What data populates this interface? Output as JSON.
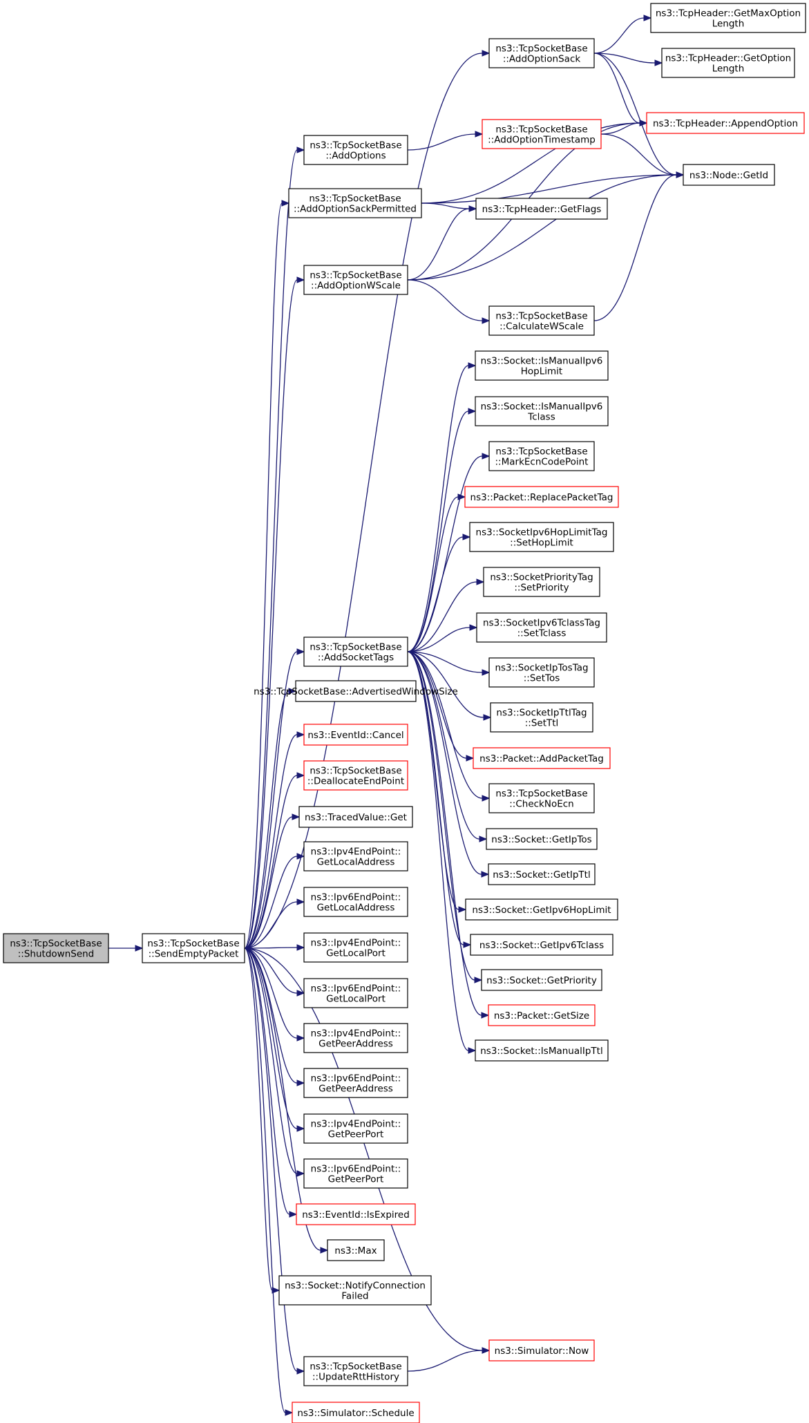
{
  "nodes": [
    {
      "id": "shutdown",
      "lines": [
        "ns3::TcpSocketBase",
        "::ShutdownSend"
      ],
      "style": "root"
    },
    {
      "id": "sep",
      "lines": [
        "ns3::TcpSocketBase",
        "::SendEmptyPacket"
      ],
      "style": "normal"
    },
    {
      "id": "aos",
      "lines": [
        "ns3::TcpSocketBase",
        "::AddOptionSack"
      ],
      "style": "normal"
    },
    {
      "id": "ao",
      "lines": [
        "ns3::TcpSocketBase",
        "::AddOptions"
      ],
      "style": "normal"
    },
    {
      "id": "aosp",
      "lines": [
        "ns3::TcpSocketBase",
        "::AddOptionSackPermitted"
      ],
      "style": "normal"
    },
    {
      "id": "aows",
      "lines": [
        "ns3::TcpSocketBase",
        "::AddOptionWScale"
      ],
      "style": "normal"
    },
    {
      "id": "ast",
      "lines": [
        "ns3::TcpSocketBase",
        "::AddSocketTags"
      ],
      "style": "normal"
    },
    {
      "id": "aws",
      "lines": [
        "ns3::TcpSocketBase::AdvertisedWindowSize"
      ],
      "style": "normal"
    },
    {
      "id": "cancel",
      "lines": [
        "ns3::EventId::Cancel"
      ],
      "style": "red"
    },
    {
      "id": "dep",
      "lines": [
        "ns3::TcpSocketBase",
        "::DeallocateEndPoint"
      ],
      "style": "red"
    },
    {
      "id": "tvget",
      "lines": [
        "ns3::TracedValue::Get"
      ],
      "style": "normal"
    },
    {
      "id": "v4la",
      "lines": [
        "ns3::Ipv4EndPoint::",
        "GetLocalAddress"
      ],
      "style": "normal"
    },
    {
      "id": "v6la",
      "lines": [
        "ns3::Ipv6EndPoint::",
        "GetLocalAddress"
      ],
      "style": "normal"
    },
    {
      "id": "v4lp",
      "lines": [
        "ns3::Ipv4EndPoint::",
        "GetLocalPort"
      ],
      "style": "normal"
    },
    {
      "id": "v6lp",
      "lines": [
        "ns3::Ipv6EndPoint::",
        "GetLocalPort"
      ],
      "style": "normal"
    },
    {
      "id": "v4pa",
      "lines": [
        "ns3::Ipv4EndPoint::",
        "GetPeerAddress"
      ],
      "style": "normal"
    },
    {
      "id": "v6pa",
      "lines": [
        "ns3::Ipv6EndPoint::",
        "GetPeerAddress"
      ],
      "style": "normal"
    },
    {
      "id": "v4pp",
      "lines": [
        "ns3::Ipv4EndPoint::",
        "GetPeerPort"
      ],
      "style": "normal"
    },
    {
      "id": "v6pp",
      "lines": [
        "ns3::Ipv6EndPoint::",
        "GetPeerPort"
      ],
      "style": "normal"
    },
    {
      "id": "isexp",
      "lines": [
        "ns3::EventId::IsExpired"
      ],
      "style": "red"
    },
    {
      "id": "max",
      "lines": [
        "ns3::Max"
      ],
      "style": "normal"
    },
    {
      "id": "ncf",
      "lines": [
        "ns3::Socket::NotifyConnection",
        "Failed"
      ],
      "style": "normal"
    },
    {
      "id": "urh",
      "lines": [
        "ns3::TcpSocketBase",
        "::UpdateRttHistory"
      ],
      "style": "normal"
    },
    {
      "id": "sched",
      "lines": [
        "ns3::Simulator::Schedule"
      ],
      "style": "red"
    },
    {
      "id": "now",
      "lines": [
        "ns3::Simulator::Now"
      ],
      "style": "red"
    },
    {
      "id": "ts",
      "lines": [
        "ns3::TcpSocketBase",
        "::AddOptionTimestamp"
      ],
      "style": "red"
    },
    {
      "id": "flags",
      "lines": [
        "ns3::TcpHeader::GetFlags"
      ],
      "style": "normal"
    },
    {
      "id": "cws",
      "lines": [
        "ns3::TcpSocketBase",
        "::CalculateWScale"
      ],
      "style": "normal"
    },
    {
      "id": "gmol",
      "lines": [
        "ns3::TcpHeader::GetMaxOption",
        "Length"
      ],
      "style": "normal"
    },
    {
      "id": "gol",
      "lines": [
        "ns3::TcpHeader::GetOption",
        "Length"
      ],
      "style": "normal"
    },
    {
      "id": "append",
      "lines": [
        "ns3::TcpHeader::AppendOption"
      ],
      "style": "red"
    },
    {
      "id": "getid",
      "lines": [
        "ns3::Node::GetId"
      ],
      "style": "normal"
    },
    {
      "id": "imhl",
      "lines": [
        "ns3::Socket::IsManualIpv6",
        "HopLimit"
      ],
      "style": "normal"
    },
    {
      "id": "imtc",
      "lines": [
        "ns3::Socket::IsManualIpv6",
        "Tclass"
      ],
      "style": "normal"
    },
    {
      "id": "mark",
      "lines": [
        "ns3::TcpSocketBase",
        "::MarkEcnCodePoint"
      ],
      "style": "normal"
    },
    {
      "id": "rpt",
      "lines": [
        "ns3::Packet::ReplacePacketTag"
      ],
      "style": "red"
    },
    {
      "id": "shl",
      "lines": [
        "ns3::SocketIpv6HopLimitTag",
        "::SetHopLimit"
      ],
      "style": "normal"
    },
    {
      "id": "sp",
      "lines": [
        "ns3::SocketPriorityTag",
        "::SetPriority"
      ],
      "style": "normal"
    },
    {
      "id": "stc",
      "lines": [
        "ns3::SocketIpv6TclassTag",
        "::SetTclass"
      ],
      "style": "normal"
    },
    {
      "id": "stos",
      "lines": [
        "ns3::SocketIpTosTag",
        "::SetTos"
      ],
      "style": "normal"
    },
    {
      "id": "sttl",
      "lines": [
        "ns3::SocketIpTtlTag",
        "::SetTtl"
      ],
      "style": "normal"
    },
    {
      "id": "apt",
      "lines": [
        "ns3::Packet::AddPacketTag"
      ],
      "style": "red"
    },
    {
      "id": "cne",
      "lines": [
        "ns3::TcpSocketBase",
        "::CheckNoEcn"
      ],
      "style": "normal"
    },
    {
      "id": "gtos",
      "lines": [
        "ns3::Socket::GetIpTos"
      ],
      "style": "normal"
    },
    {
      "id": "gttl",
      "lines": [
        "ns3::Socket::GetIpTtl"
      ],
      "style": "normal"
    },
    {
      "id": "ghl",
      "lines": [
        "ns3::Socket::GetIpv6HopLimit"
      ],
      "style": "normal"
    },
    {
      "id": "gtc",
      "lines": [
        "ns3::Socket::GetIpv6Tclass"
      ],
      "style": "normal"
    },
    {
      "id": "gprio",
      "lines": [
        "ns3::Socket::GetPriority"
      ],
      "style": "normal"
    },
    {
      "id": "gsize",
      "lines": [
        "ns3::Packet::GetSize"
      ],
      "style": "red"
    },
    {
      "id": "imttl",
      "lines": [
        "ns3::Socket::IsManualIpTtl"
      ],
      "style": "normal"
    }
  ],
  "edges": [
    [
      "shutdown",
      "sep"
    ],
    [
      "sep",
      "aos"
    ],
    [
      "sep",
      "ao"
    ],
    [
      "sep",
      "aosp"
    ],
    [
      "sep",
      "aows"
    ],
    [
      "sep",
      "ast"
    ],
    [
      "sep",
      "aws"
    ],
    [
      "sep",
      "cancel"
    ],
    [
      "sep",
      "dep"
    ],
    [
      "sep",
      "tvget"
    ],
    [
      "sep",
      "v4la"
    ],
    [
      "sep",
      "v6la"
    ],
    [
      "sep",
      "v4lp"
    ],
    [
      "sep",
      "v6lp"
    ],
    [
      "sep",
      "v4pa"
    ],
    [
      "sep",
      "v6pa"
    ],
    [
      "sep",
      "v4pp"
    ],
    [
      "sep",
      "v6pp"
    ],
    [
      "sep",
      "isexp"
    ],
    [
      "sep",
      "max"
    ],
    [
      "sep",
      "ncf"
    ],
    [
      "sep",
      "now"
    ],
    [
      "sep",
      "urh"
    ],
    [
      "sep",
      "sched"
    ],
    [
      "aos",
      "gmol"
    ],
    [
      "aos",
      "gol"
    ],
    [
      "aos",
      "append"
    ],
    [
      "aos",
      "getid"
    ],
    [
      "ao",
      "ts"
    ],
    [
      "ts",
      "append"
    ],
    [
      "ts",
      "getid"
    ],
    [
      "aosp",
      "append"
    ],
    [
      "aosp",
      "getid"
    ],
    [
      "aosp",
      "flags"
    ],
    [
      "aows",
      "flags"
    ],
    [
      "aows",
      "append"
    ],
    [
      "aows",
      "getid"
    ],
    [
      "aows",
      "cws"
    ],
    [
      "cws",
      "getid"
    ],
    [
      "ast",
      "imhl"
    ],
    [
      "ast",
      "imtc"
    ],
    [
      "ast",
      "mark"
    ],
    [
      "ast",
      "rpt"
    ],
    [
      "ast",
      "shl"
    ],
    [
      "ast",
      "sp"
    ],
    [
      "ast",
      "stc"
    ],
    [
      "ast",
      "stos"
    ],
    [
      "ast",
      "sttl"
    ],
    [
      "ast",
      "apt"
    ],
    [
      "ast",
      "cne"
    ],
    [
      "ast",
      "gtos"
    ],
    [
      "ast",
      "gttl"
    ],
    [
      "ast",
      "ghl"
    ],
    [
      "ast",
      "gtc"
    ],
    [
      "ast",
      "gprio"
    ],
    [
      "ast",
      "gsize"
    ],
    [
      "ast",
      "imttl"
    ],
    [
      "urh",
      "now"
    ]
  ],
  "colors": {
    "edge": "#191970",
    "node_border": "#000000",
    "red_border": "#ff0000",
    "root_fill": "#bfbfbf",
    "node_fill": "#ffffff"
  }
}
